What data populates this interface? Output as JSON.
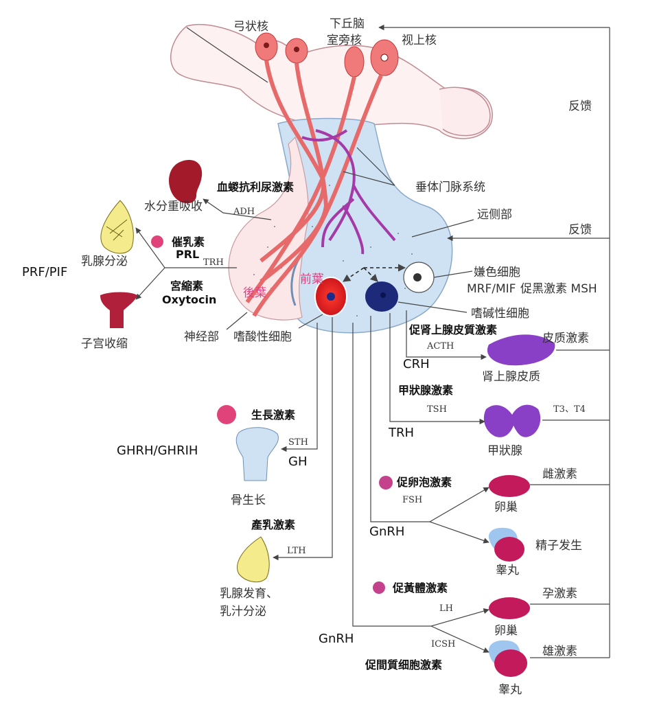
{
  "labels": {
    "arcuate": "弓状核",
    "hypothalamus": "下丘脑",
    "paraventricular": "室旁核",
    "supraoptic": "视上核",
    "feedback_top": "反馈",
    "feedback_mid": "反馈",
    "portal": "垂体门脉系统",
    "distal": "远侧部",
    "adh_cn": "血蝬抗利尿激素",
    "water": "水分重吸收",
    "adh": "ADH",
    "prl_cn": "催乳素",
    "prl": "PRL",
    "trh_left": "TRH",
    "prf": "PRF/PIF",
    "mammary_secretion": "乳腺分泌",
    "oxytocin_cn": "宮縮素",
    "oxytocin": "Oxytocin",
    "posterior": "後葉",
    "anterior": "前葉",
    "uterus": "子宫收缩",
    "neural": "神经部",
    "acidophil": "嗜酸性细胞",
    "chromophobe": "嫌色细胞",
    "mrf": "MRF/MIF",
    "msh": "促黑激素 MSH",
    "basophil": "嗜碱性细胞",
    "acth_cn": "促肾上腺皮質激素",
    "acth": "ACTH",
    "cortex_hormone": "皮质激素",
    "crh": "CRH",
    "adrenal": "肾上腺皮质",
    "tsh_cn": "甲狀腺激素",
    "tsh": "TSH",
    "t3t4": "T3、T4",
    "trh": "TRH",
    "thyroid": "甲狀腺",
    "gh_cn": "生長激素",
    "ghrh": "GHRH/GHRIH",
    "sth": "STH",
    "gh": "GH",
    "bone": "骨生长",
    "fsh_cn": "促卵泡激素",
    "fsh": "FSH",
    "estrogen": "雌激素",
    "ovary1": "卵巢",
    "gnrh1": "GnRH",
    "spermato": "精子发生",
    "testis1": "睾丸",
    "lth_cn": "產乳激素",
    "lth": "LTH",
    "mammary_dev1": "乳腺发育、",
    "mammary_dev2": "乳汁分泌",
    "lh_cn": "促黃體激素",
    "lh": "LH",
    "progesterone": "孕激素",
    "ovary2": "卵巢",
    "gnrh2": "GnRH",
    "icsh": "ICSH",
    "icsh_cn": "促間質细胞激素",
    "androgen": "雄激素",
    "testis2": "睾丸"
  },
  "colors": {
    "neuron": "#e66a6a",
    "neuron_fill": "#f07a7a",
    "gland_blue": "#cfe2f3",
    "posterior_pink": "#fbe6e8",
    "portal_purple": "#a33aa8",
    "acidophil_red": "#e01e24",
    "basophil_navy": "#1d2a7a",
    "pink_dot": "#e0437a",
    "kidney": "#a31a2a",
    "mammary_yellow": "#f4ec8c",
    "adrenal_purple": "#8a3fc7",
    "ovary_magenta": "#c21a5a",
    "testis_blue": "#9fc6ee"
  }
}
